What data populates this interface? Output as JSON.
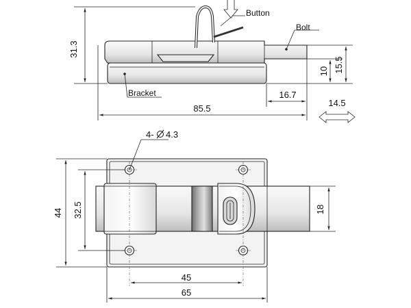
{
  "labels": {
    "button": "Button",
    "bolt": "Bolt",
    "bracket": "Bracket",
    "holes": "4-",
    "hole_dia": "4.3"
  },
  "dims": {
    "height_total": "31.3",
    "d15_5": "15.5",
    "d10": "10",
    "d16_7": "16.7",
    "d85_5": "85.5",
    "travel": "14.5",
    "d44": "44",
    "d32_5": "32.5",
    "d18": "18",
    "d45": "45",
    "d65": "65"
  },
  "colors": {
    "metal_light": "#f2f2f2",
    "metal_mid": "#dcdcdc",
    "metal_dark": "#9a9a9a",
    "line": "#222222"
  }
}
